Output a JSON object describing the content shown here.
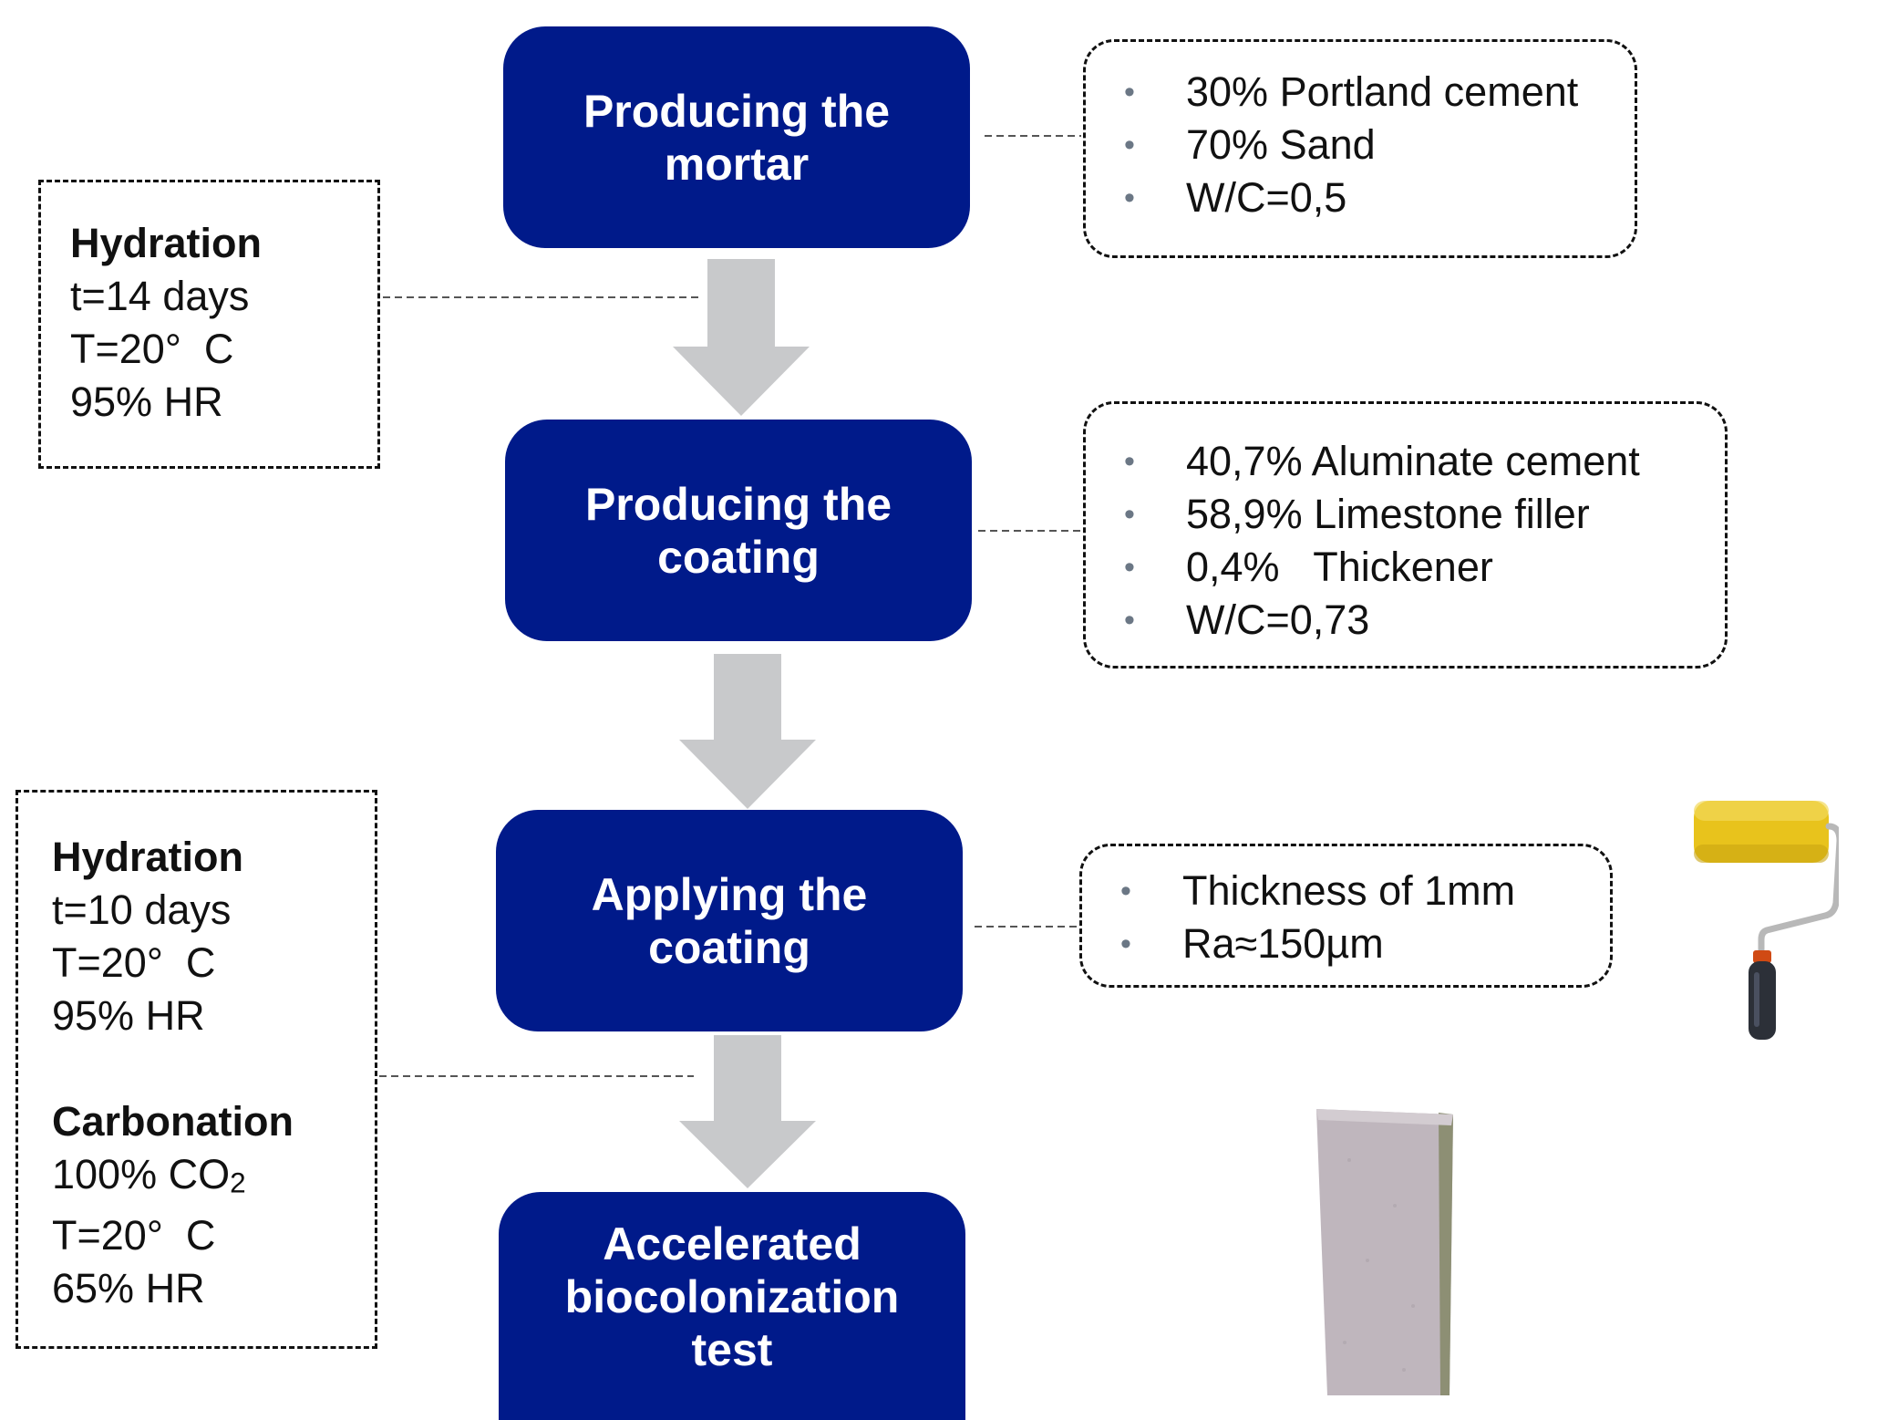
{
  "steps": [
    {
      "line1": "Producing the",
      "line2": "mortar"
    },
    {
      "line1": "Producing the",
      "line2": "coating"
    },
    {
      "line1": "Applying the",
      "line2": "coating"
    },
    {
      "line1": "Accelerated",
      "line2": "biocolonization",
      "line3": "test"
    }
  ],
  "mortar_composition": [
    "30% Portland cement",
    "70% Sand",
    "W/C=0,5"
  ],
  "coating_composition": [
    "40,7% Aluminate cement",
    "58,9% Limestone filler",
    "0,4%   Thickener",
    "W/C=0,73"
  ],
  "application": [
    "Thickness of 1mm",
    "Ra≈150µm"
  ],
  "cure1": {
    "title": "Hydration",
    "time": "t=14 days",
    "temp": "T=20°  C",
    "humidity": "95% HR"
  },
  "cure2": {
    "hydration": {
      "title": "Hydration",
      "time": "t=10 days",
      "temp": "T=20°  C",
      "humidity": "95% HR"
    },
    "carbonation": {
      "title": "Carbonation",
      "co2_prefix": "100% CO",
      "co2_sub": "2",
      "temp": "T=20°  C",
      "humidity": "65% HR"
    }
  },
  "icons": {
    "roller": "paint-roller-icon",
    "sample": "coated-sample-slab"
  },
  "colors": {
    "step_fill": "#001a8a",
    "arrow": "#c8c9cb",
    "roller_yellow": "#e8c31c"
  }
}
